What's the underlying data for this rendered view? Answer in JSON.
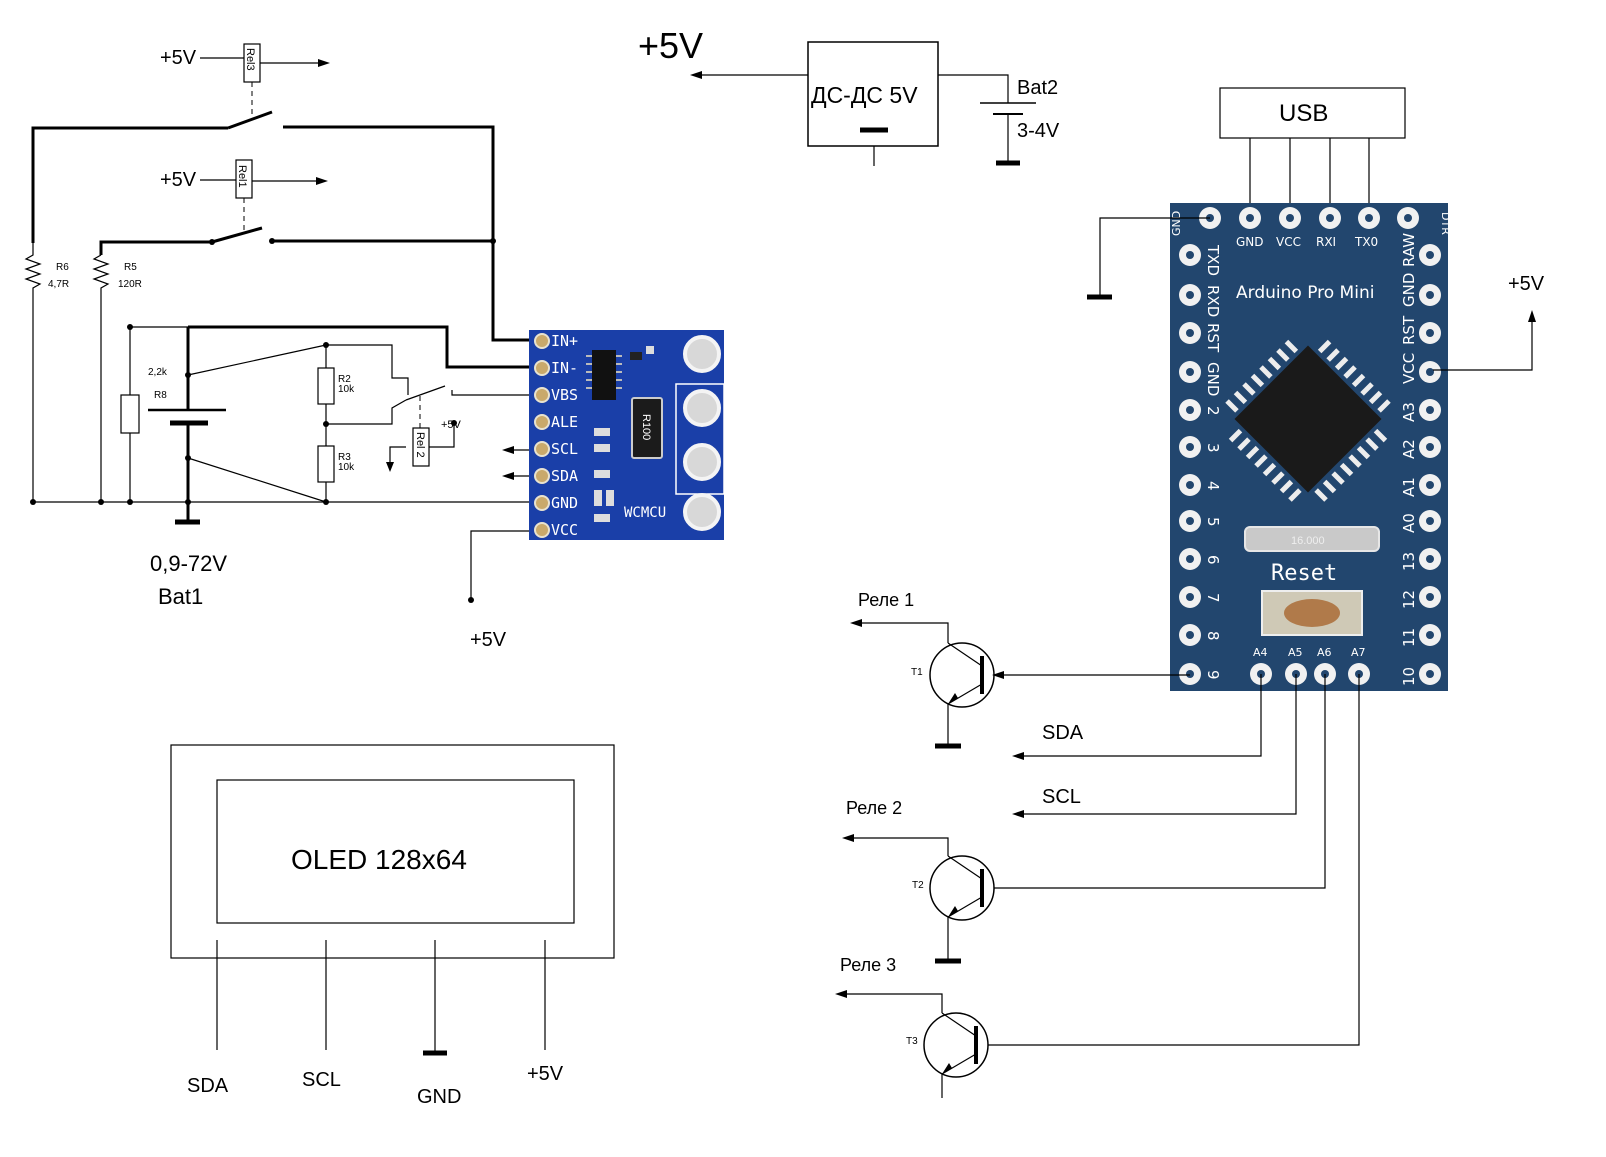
{
  "labels": {
    "plus5v": "+5V",
    "plus5v_big": "+5V",
    "rel3": "Rel3",
    "rel1": "Rel1",
    "rel2": "Rel 2",
    "r6": "R6",
    "r6_val": "4,7R",
    "r5": "R5",
    "r5_val": "120R",
    "r8_val": "2,2k",
    "r8": "R8",
    "r2": "R2",
    "r2_val": "10k",
    "r3": "R3",
    "r3_val": "10k",
    "bat1_v": "0,9-72V",
    "bat1": "Bat1",
    "dcdc": "ДС-ДС 5V",
    "bat2": "Bat2",
    "bat2_v": "3-4V",
    "usb": "USB",
    "oled": "OLED 128x64",
    "sda": "SDA",
    "scl": "SCL",
    "gnd": "GND",
    "rele1": "Реле 1",
    "rele2": "Реле 2",
    "rele3": "Реле 3",
    "t1": "T1",
    "t2": "T2",
    "t3": "T3"
  },
  "ina_module": {
    "pins": [
      "IN+",
      "IN-",
      "VBS",
      "ALE",
      "SCL",
      "SDA",
      "GND",
      "VCC"
    ],
    "brand": "WCMCU",
    "shunt": "R100",
    "board_color": "#1a3fa8"
  },
  "arduino": {
    "title": "Arduino Pro Mini",
    "top_pins": [
      "GND",
      "VCC",
      "RXI",
      "TX0"
    ],
    "top_corner_left": "GND",
    "top_corner_right": "DTR",
    "left_pins": [
      "TXD",
      "RXD",
      "RST",
      "GND",
      "2",
      "3",
      "4",
      "5",
      "6",
      "7",
      "8",
      "9"
    ],
    "right_pins": [
      "RAW",
      "GND",
      "RST",
      "VCC",
      "A3",
      "A2",
      "A1",
      "A0",
      "13",
      "12",
      "11",
      "10"
    ],
    "bottom_pins": [
      "A4",
      "A5",
      "A6",
      "A7"
    ],
    "crystal": "16.000",
    "reset": "Reset",
    "board_color": "#22466e"
  }
}
